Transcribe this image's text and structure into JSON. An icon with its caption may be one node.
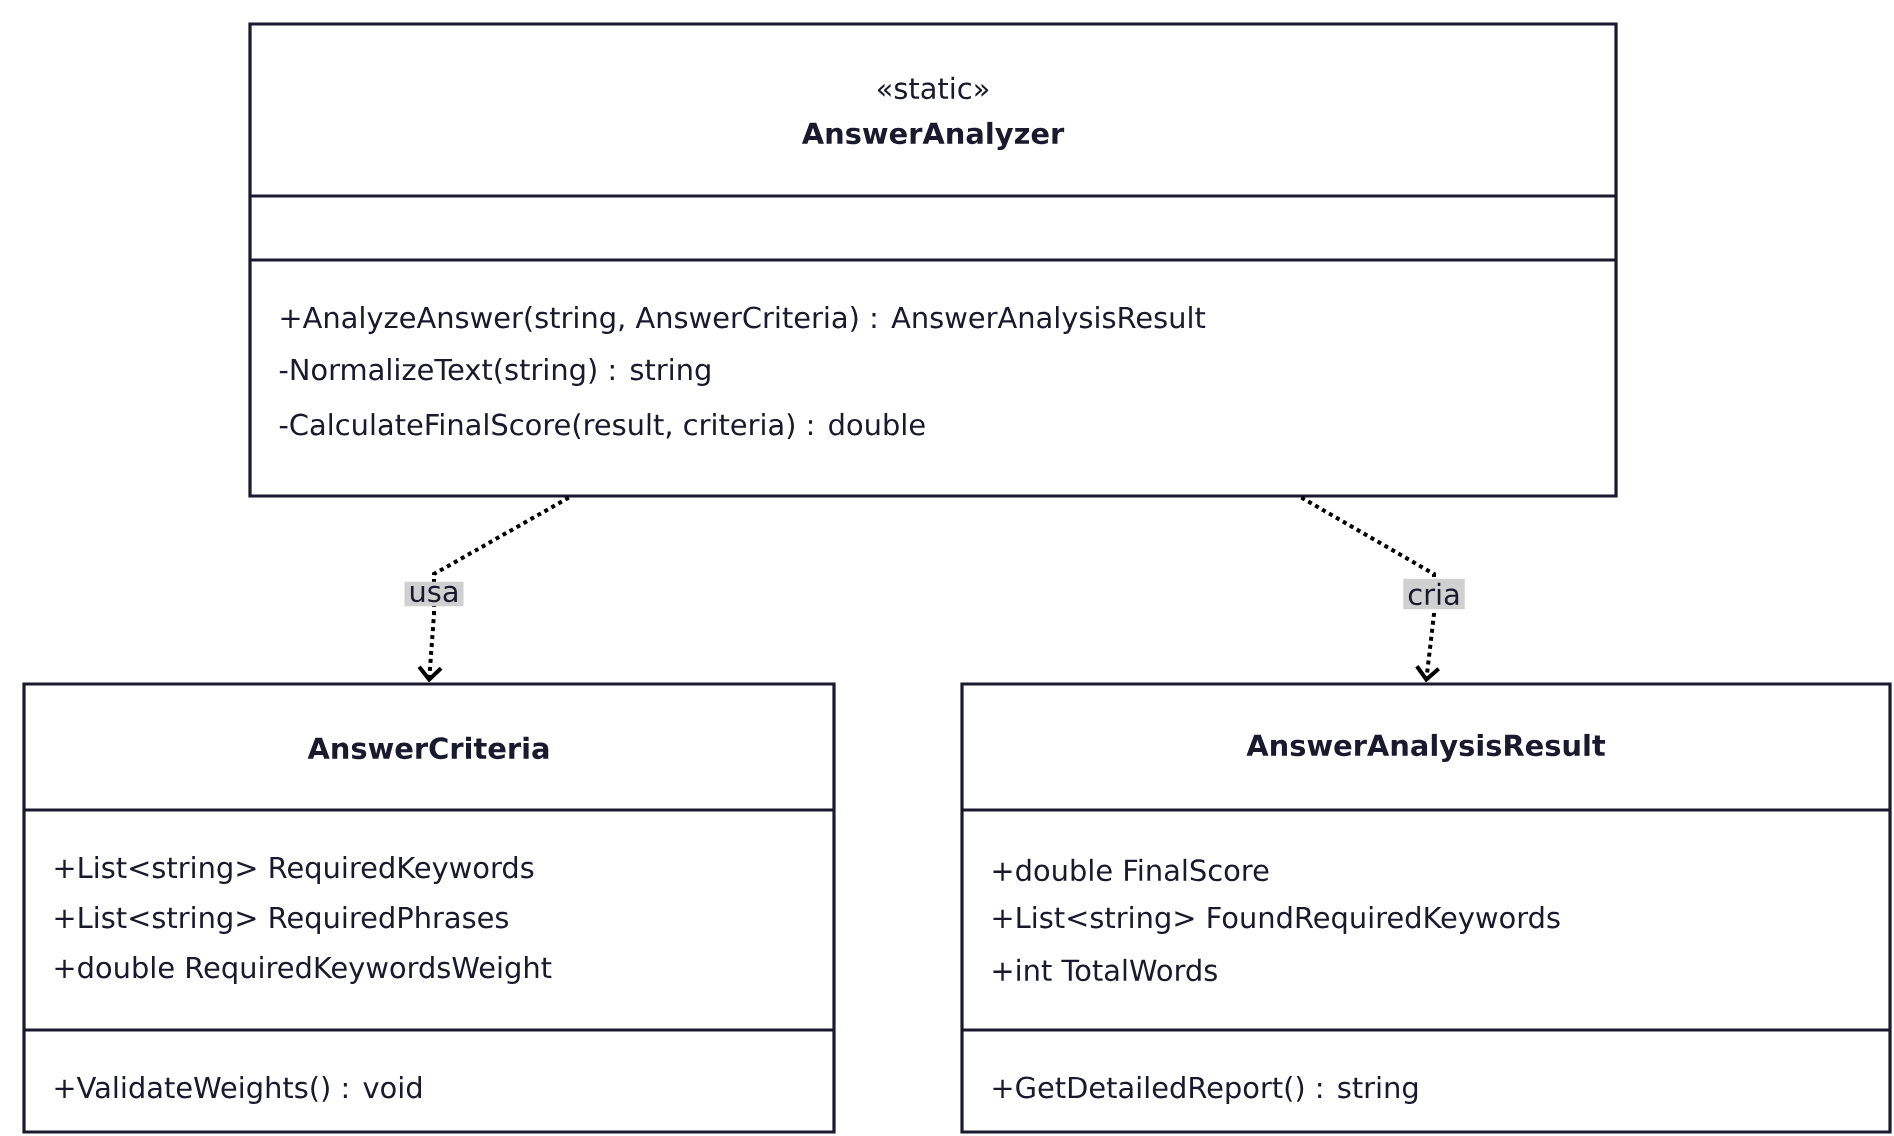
{
  "diagram": {
    "nodes": [
      {
        "text": [
          "«static»",
          "AnswerAnalyzer",
          "+AnalyzeAnswer(string, AnswerCriteria) : AnswerAnalysisResult",
          "-NormalizeText(string) : string",
          "-CalculateFinalScore(result, criteria) : double"
        ]
      },
      {
        "text": [
          "AnswerCriteria",
          "+List<string> RequiredKeywords",
          "+List<string> RequiredPhrases",
          "+double RequiredKeywordsWeight",
          "+ValidateWeights() : void"
        ]
      },
      {
        "text": [
          "AnswerAnalysisResult",
          "+double FinalScore",
          "+List<string> FoundRequiredKeywords",
          "+int TotalWords",
          "+GetDetailedReport() : string"
        ]
      }
    ],
    "edges": [
      {
        "from": 0,
        "to": 1,
        "arrow": "to",
        "style": "dashed",
        "label": "usa"
      },
      {
        "from": 0,
        "to": 2,
        "arrow": "to",
        "style": "dashed",
        "label": "cria"
      }
    ]
  }
}
